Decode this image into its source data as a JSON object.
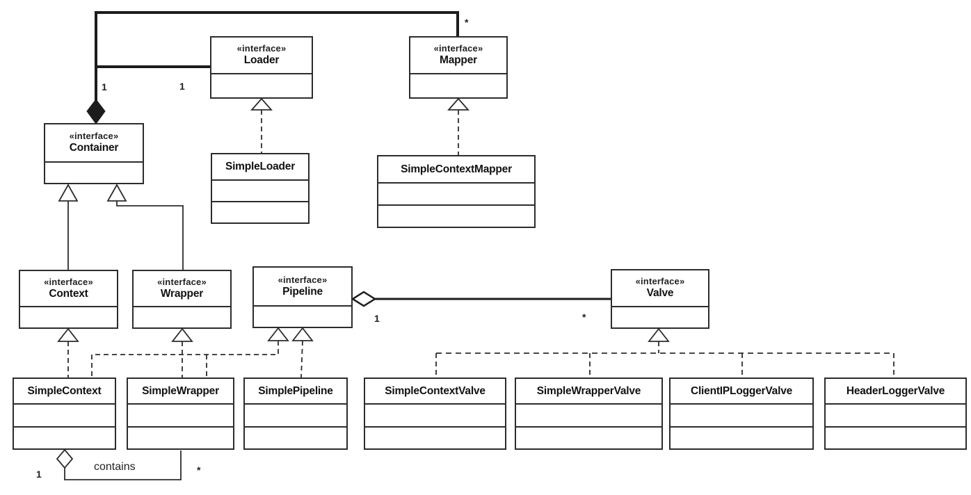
{
  "diagram": {
    "type": "uml-class-diagram",
    "subject": "Container / Pipeline / Valve interfaces and Simple implementations"
  },
  "nodes": {
    "container": {
      "stereotype": "«interface»",
      "name": "Container"
    },
    "loader": {
      "stereotype": "«interface»",
      "name": "Loader"
    },
    "mapper": {
      "stereotype": "«interface»",
      "name": "Mapper"
    },
    "context": {
      "stereotype": "«interface»",
      "name": "Context"
    },
    "wrapper": {
      "stereotype": "«interface»",
      "name": "Wrapper"
    },
    "pipeline": {
      "stereotype": "«interface»",
      "name": "Pipeline"
    },
    "valve": {
      "stereotype": "«interface»",
      "name": "Valve"
    },
    "simple_loader": {
      "name": "SimpleLoader"
    },
    "simple_context_mapper": {
      "name": "SimpleContextMapper"
    },
    "simple_context": {
      "name": "SimpleContext"
    },
    "simple_wrapper": {
      "name": "SimpleWrapper"
    },
    "simple_pipeline": {
      "name": "SimplePipeline"
    },
    "simple_context_valve": {
      "name": "SimpleContextValve"
    },
    "simple_wrapper_valve": {
      "name": "SimpleWrapperValve"
    },
    "client_ip_logger_valve": {
      "name": "ClientIPLoggerValve"
    },
    "header_logger_valve": {
      "name": "HeaderLoggerValve"
    }
  },
  "labels": {
    "container_mult": "1",
    "loader_mult": "1",
    "mapper_mult": "*",
    "pipeline_mult": "1",
    "valve_mult": "*",
    "contains_name": "contains",
    "contains_source_mult": "1",
    "contains_target_mult": "*"
  },
  "relationships": [
    {
      "type": "composition",
      "from": "Container",
      "to": "Loader",
      "from_mult": "1",
      "to_mult": "1"
    },
    {
      "type": "composition",
      "from": "Container",
      "to": "Mapper",
      "from_mult": "1",
      "to_mult": "*"
    },
    {
      "type": "generalization",
      "from": "Context",
      "to": "Container"
    },
    {
      "type": "generalization",
      "from": "Wrapper",
      "to": "Container"
    },
    {
      "type": "realization",
      "from": "SimpleLoader",
      "to": "Loader"
    },
    {
      "type": "realization",
      "from": "SimpleContextMapper",
      "to": "Mapper"
    },
    {
      "type": "realization",
      "from": "SimpleContext",
      "to": "Context"
    },
    {
      "type": "realization",
      "from": "SimpleContext",
      "to": "Pipeline"
    },
    {
      "type": "realization",
      "from": "SimpleWrapper",
      "to": "Wrapper"
    },
    {
      "type": "realization",
      "from": "SimpleWrapper",
      "to": "Pipeline"
    },
    {
      "type": "realization",
      "from": "SimplePipeline",
      "to": "Pipeline"
    },
    {
      "type": "realization",
      "from": "SimpleContextValve",
      "to": "Valve"
    },
    {
      "type": "realization",
      "from": "SimpleWrapperValve",
      "to": "Valve"
    },
    {
      "type": "realization",
      "from": "ClientIPLoggerValve",
      "to": "Valve"
    },
    {
      "type": "realization",
      "from": "HeaderLoggerValve",
      "to": "Valve"
    },
    {
      "type": "aggregation",
      "from": "Pipeline",
      "to": "Valve",
      "from_mult": "1",
      "to_mult": "*"
    },
    {
      "type": "aggregation",
      "from": "SimpleContext",
      "to": "SimpleWrapper",
      "name": "contains",
      "from_mult": "1",
      "to_mult": "*"
    }
  ]
}
